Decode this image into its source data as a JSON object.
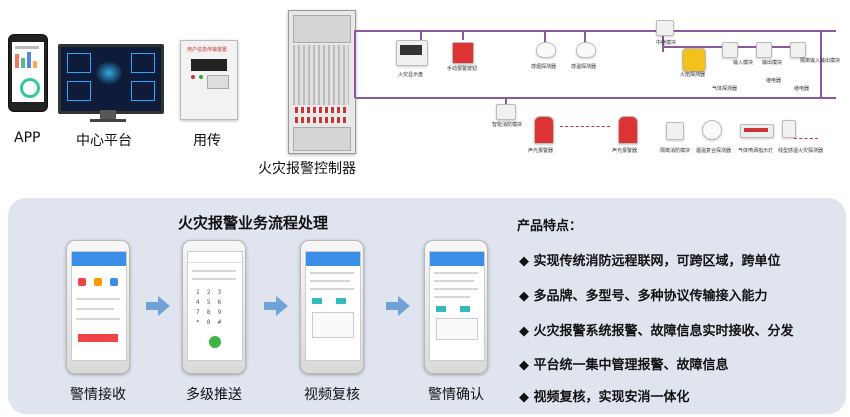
{
  "top": {
    "app_label": "APP",
    "center_label": "中心平台",
    "transmit_label": "用传",
    "controller_label": "火灾报警控制器",
    "transmit_screen_text": "用户信息传输装置",
    "devices": [
      {
        "id": "d1",
        "label": "火灾显示盘"
      },
      {
        "id": "d2",
        "label": "手动报警按钮"
      },
      {
        "id": "d3",
        "label": "感烟探测器"
      },
      {
        "id": "d4",
        "label": "感温探测器"
      },
      {
        "id": "d5",
        "label": "中继模块"
      },
      {
        "id": "d6",
        "label": "火焰探测器"
      },
      {
        "id": "d7",
        "label": "输入模块"
      },
      {
        "id": "d8",
        "label": "输出模块"
      },
      {
        "id": "d9",
        "label": "隔离输入输出模块"
      },
      {
        "id": "d10",
        "label": "气体探测器"
      },
      {
        "id": "d11",
        "label": "继电器"
      },
      {
        "id": "d12",
        "label": "继电器"
      },
      {
        "id": "d13",
        "label": "智能消防模块"
      },
      {
        "id": "d14",
        "label": "声光报警器"
      },
      {
        "id": "d15",
        "label": "声光报警器"
      },
      {
        "id": "d16",
        "label": "隔离消防模块"
      },
      {
        "id": "d17",
        "label": "烟温复合探测器"
      },
      {
        "id": "d18",
        "label": "气体喷洒指示灯"
      },
      {
        "id": "d19",
        "label": "线型感温火灾探测器"
      }
    ]
  },
  "bottom": {
    "flow_title": "火灾报警业务流程处理",
    "steps": [
      {
        "label": "警情接收"
      },
      {
        "label": "多级推送"
      },
      {
        "label": "视频复核"
      },
      {
        "label": "警情确认"
      }
    ],
    "features_title": "产品特点：",
    "features": [
      "实现传统消防远程联网，可跨区域，跨单位",
      "多品牌、多型号、多种协议传输接入能力",
      "火灾报警系统报警、故障信息实时接收、分发",
      "平台统一集中管理报警、故障信息",
      "视频复核，实现安消一体化"
    ],
    "bullet": "◆"
  },
  "colors": {
    "wire": "#8a5a9e",
    "panel_bg": "#dfe4ee",
    "arrow": "#6fa3d8",
    "phone_bar": "#3a8ee6",
    "red": "#cc2b2b"
  }
}
